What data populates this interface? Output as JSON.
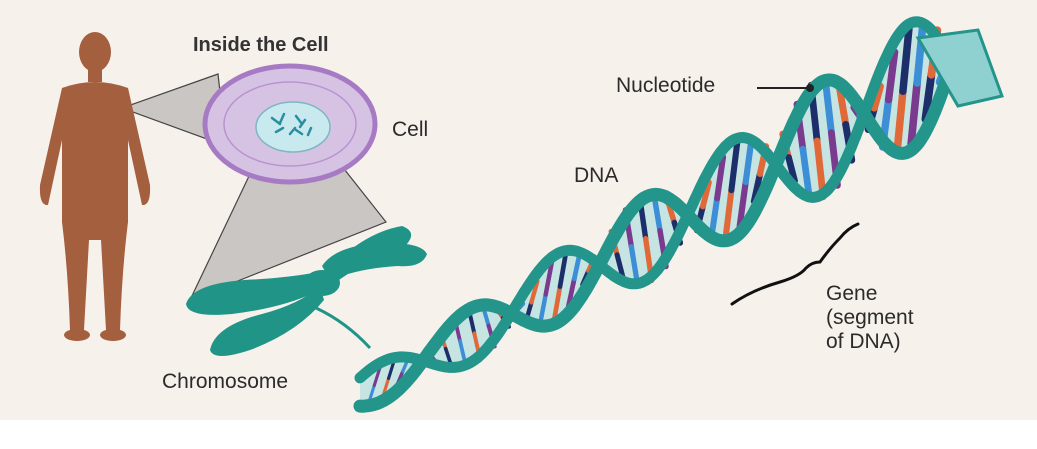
{
  "title": "Inside the Cell",
  "labels": {
    "cell": "Cell",
    "dna": "DNA",
    "nucleotide": "Nucleotide",
    "chromosome": "Chromosome",
    "gene": "Gene\n(segment\nof DNA)"
  },
  "colors": {
    "background": "#f7f1ec",
    "human": "#a45f3f",
    "cell_membrane": "#a77bc4",
    "cell_fill": "#d6c3e4",
    "nucleus": "#c8e9ee",
    "chromosome": "#1f9487",
    "dna_backbone": "#23958b",
    "dna_inner": "#9ed8d8",
    "base_pairs": [
      "#1d2f6b",
      "#3c8fd6",
      "#e0693a",
      "#7a3a8e"
    ]
  },
  "icons": [
    "human-figure-icon",
    "cell-icon",
    "chromosome-icon",
    "dna-helix-icon"
  ]
}
